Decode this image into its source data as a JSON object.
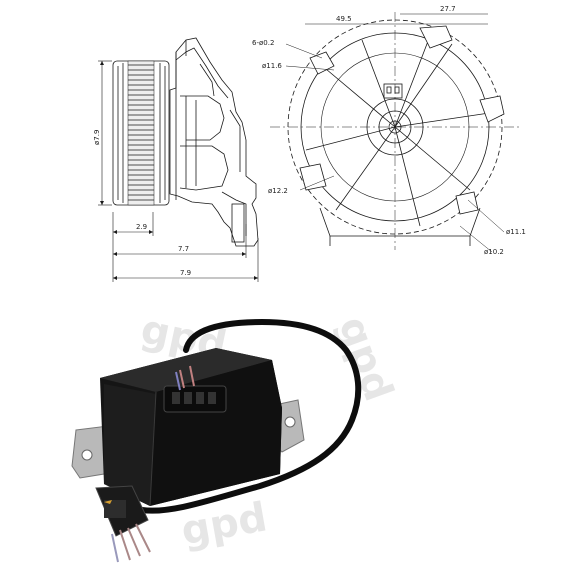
{
  "drawing": {
    "dims": {
      "d_overall": "49.5",
      "d_offset": "27.7",
      "holes": "6-ø0.2",
      "d_left_tag": "ø11.6",
      "d_height": "ø7.9",
      "d_12": "ø12.2",
      "d_11": "ø11.1",
      "d_10": "ø10.2",
      "d_2_9": "2.9",
      "d_7_7": "7.7",
      "d_7_9": "7.9"
    }
  },
  "photo": {
    "watermark": "gpd"
  },
  "colors": {
    "line": "#1a1a1a",
    "housing": "#151515",
    "bracket": "#b9b9b9",
    "wire": "#0d0d0d"
  }
}
